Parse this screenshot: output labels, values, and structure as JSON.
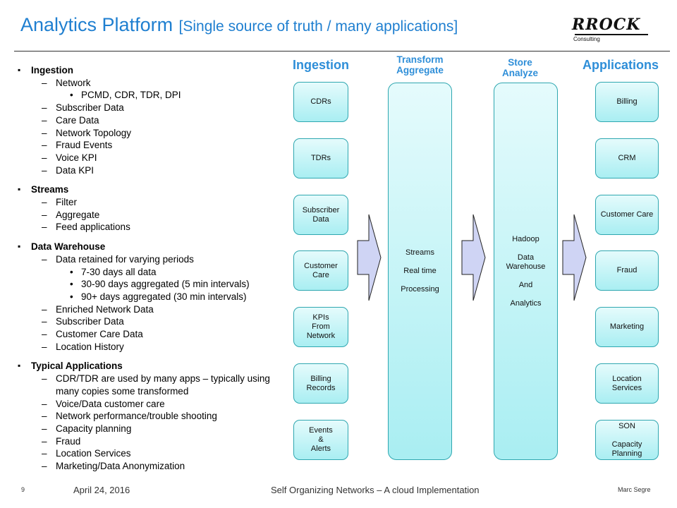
{
  "header": {
    "title": "Analytics Platform",
    "subtitle": "[Single source of truth / many applications]"
  },
  "logo": {
    "word": "RROCK",
    "sub": "Consulting"
  },
  "bullets": {
    "ingestion": {
      "label": "Ingestion",
      "network": "Network",
      "network_items": "PCMD, CDR, TDR, DPI",
      "items": [
        "Subscriber Data",
        "Care Data",
        "Network Topology",
        "Fraud Events",
        "Voice KPI",
        "Data KPI"
      ]
    },
    "streams": {
      "label": "Streams",
      "items": [
        "Filter",
        "Aggregate",
        "Feed applications"
      ]
    },
    "warehouse": {
      "label": "Data Warehouse",
      "retained": "Data retained for varying periods",
      "periods": [
        "7-30 days all data",
        "30-90 days aggregated  (5 min intervals)",
        "90+ days aggregated (30 min intervals)"
      ],
      "items": [
        "Enriched Network Data",
        "Subscriber Data",
        "Customer Care Data",
        "Location History"
      ]
    },
    "apps": {
      "label": "Typical Applications",
      "first_line1": "CDR/TDR are used by many apps – typically using",
      "first_line2": "many copies some transformed",
      "items": [
        "Voice/Data customer care",
        "Network performance/trouble shooting",
        "Capacity planning",
        "Fraud",
        "Location Services",
        "Marketing/Data Anonymization"
      ]
    }
  },
  "diagram": {
    "headers": {
      "ingestion": "Ingestion",
      "transform_1": "Transform",
      "transform_2": "Aggregate",
      "store_1": "Store",
      "store_2": "Analyze",
      "applications": "Applications"
    },
    "ingestion_boxes": [
      "CDRs",
      "TDRs",
      "Subscriber\nData",
      "Customer\nCare",
      "KPIs\nFrom\nNetwork",
      "Billing\nRecords",
      "Events\n&\nAlerts"
    ],
    "transform_box": "Streams\n\nReal time\n\nProcessing",
    "store_box": "Hadoop\n\nData\nWarehouse\n\nAnd\n\nAnalytics",
    "application_boxes": [
      "Billing",
      "CRM",
      "Customer Care",
      "Fraud",
      "Marketing",
      "Location\nServices",
      "SON\n\nCapacity\nPlanning"
    ]
  },
  "colors": {
    "title": "#1f7fd0",
    "header": "#2e8ed8",
    "box_fill": "#a9eef2",
    "arrow_fill": "#cfd4f4"
  },
  "footer": {
    "page": "9",
    "date": "April 24, 2016",
    "center": "Self Organizing Networks – A cloud Implementation",
    "author": "Marc Segre"
  }
}
